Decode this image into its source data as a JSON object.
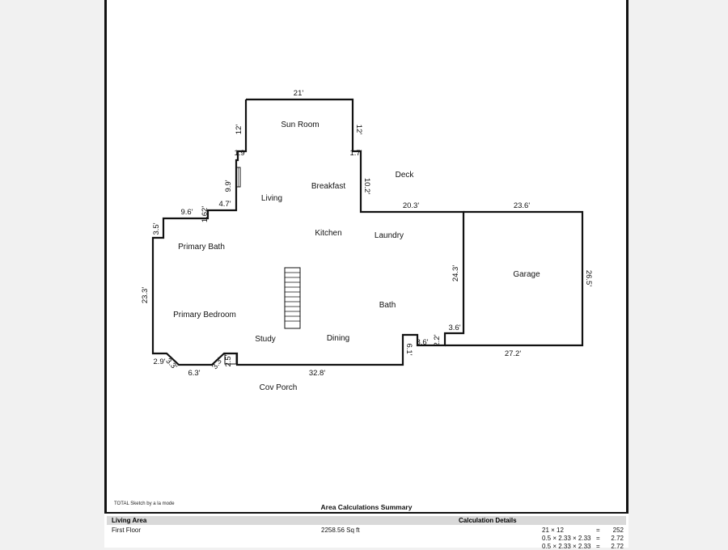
{
  "rooms": {
    "sun_room": "Sun Room",
    "breakfast": "Breakfast",
    "deck": "Deck",
    "living": "Living",
    "kitchen": "Kitchen",
    "laundry": "Laundry",
    "primary_bath": "Primary Bath",
    "garage": "Garage",
    "bath": "Bath",
    "primary_bedroom": "Primary Bedroom",
    "study": "Study",
    "dining": "Dining",
    "cov_porch": "Cov Porch"
  },
  "dimensions": {
    "top_21": "21'",
    "sun_left_12": "12'",
    "sun_right_12": "12'",
    "left_1_9": "1.9'",
    "right_1_7": "1.7'",
    "left_9_9": "9.9'",
    "right_10_2": "10.2'",
    "left_4_7": "4.7'",
    "left_9_6": "9.6'",
    "left_1_62": "1.62'",
    "left_3_5": "3.5'",
    "deck_20_3": "20.3'",
    "garage_top_23_6": "23.6'",
    "left_23_3": "23.3'",
    "mid_24_3": "24.3'",
    "garage_right_26_5": "26.5'",
    "mid_3_6": "3.6'",
    "mid_8_6": "8.6'",
    "mid_2_2": "2.2'",
    "mid_6_1": "6.1'",
    "garage_bottom_27_2": "27.2'",
    "bottom_2_9": "2.9'",
    "bottom_3_3": "3.3'",
    "bottom_6_3": "6.3'",
    "bottom_3_3b": "3.3'",
    "bottom_2_5": "2.5'",
    "bottom_32_8": "32.8'"
  },
  "credit": "TOTAL Sketch by a la mode",
  "summary": {
    "title": "Area Calculations Summary",
    "living_area_label": "Living Area",
    "calc_details_label": "Calculation Details",
    "first_floor": "First Floor",
    "first_floor_area": "2258.56 Sq ft",
    "calcs": [
      {
        "expr": "21 × 12",
        "eq": "=",
        "val": "252"
      },
      {
        "expr": "0.5 × 2.33 × 2.33",
        "eq": "=",
        "val": "2.72"
      },
      {
        "expr": "0.5 × 2.33 × 2.33",
        "eq": "=",
        "val": "2.72"
      }
    ]
  }
}
